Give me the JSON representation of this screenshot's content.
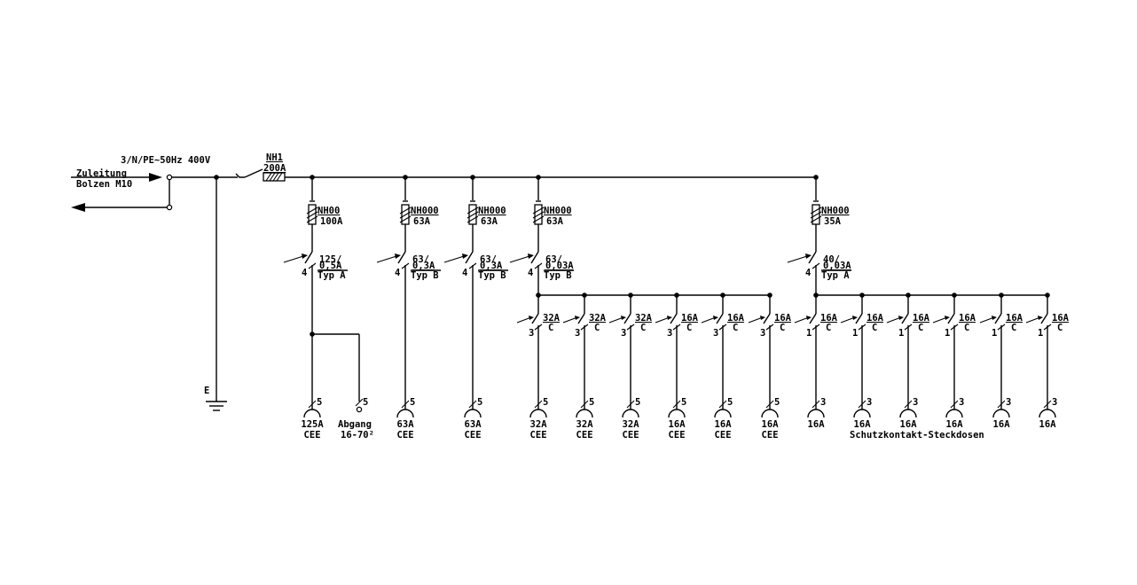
{
  "supply": {
    "title": "3/N/PE~50Hz 400V",
    "feed_label_1": "Zuleitung",
    "feed_label_2": "Bolzen M10",
    "earth_label": "E"
  },
  "main_fuse": {
    "type": "NH1",
    "rating": "200A"
  },
  "groups": [
    {
      "fuse_type": "NH00",
      "fuse_rating": "100A",
      "rcd_rating": "125/",
      "rcd_current": "0,5A",
      "rcd_type": "Typ A",
      "poles": "4"
    },
    {
      "fuse_type": "NH000",
      "fuse_rating": "63A",
      "rcd_rating": "63/",
      "rcd_current": "0,3A",
      "rcd_type": "Typ B",
      "poles": "4"
    },
    {
      "fuse_type": "NH000",
      "fuse_rating": "63A",
      "rcd_rating": "63/",
      "rcd_current": "0,3A",
      "rcd_type": "Typ B",
      "poles": "4"
    },
    {
      "fuse_type": "NH000",
      "fuse_rating": "63A",
      "rcd_rating": "63/",
      "rcd_current": "0,03A",
      "rcd_type": "Typ B",
      "poles": "4"
    },
    {
      "fuse_type": "NH000",
      "fuse_rating": "35A",
      "rcd_rating": "40/",
      "rcd_current": "0,03A",
      "rcd_type": "Typ A",
      "poles": "4"
    }
  ],
  "mcbs": [
    {
      "rating": "32A",
      "curve": "C",
      "poles": "3"
    },
    {
      "rating": "32A",
      "curve": "C",
      "poles": "3"
    },
    {
      "rating": "32A",
      "curve": "C",
      "poles": "3"
    },
    {
      "rating": "16A",
      "curve": "C",
      "poles": "3"
    },
    {
      "rating": "16A",
      "curve": "C",
      "poles": "3"
    },
    {
      "rating": "16A",
      "curve": "C",
      "poles": "3"
    },
    {
      "rating": "16A",
      "curve": "C",
      "poles": "1"
    },
    {
      "rating": "16A",
      "curve": "C",
      "poles": "1"
    },
    {
      "rating": "16A",
      "curve": "C",
      "poles": "1"
    },
    {
      "rating": "16A",
      "curve": "C",
      "poles": "1"
    },
    {
      "rating": "16A",
      "curve": "C",
      "poles": "1"
    },
    {
      "rating": "16A",
      "curve": "C",
      "poles": "1"
    }
  ],
  "outlets": [
    {
      "poles": "5",
      "line1": "125A",
      "line2": "CEE"
    },
    {
      "poles": "5",
      "line1": "Abgang",
      "line2": "16-70²"
    },
    {
      "poles": "5",
      "line1": "63A",
      "line2": "CEE"
    },
    {
      "poles": "5",
      "line1": "63A",
      "line2": "CEE"
    },
    {
      "poles": "5",
      "line1": "32A",
      "line2": "CEE"
    },
    {
      "poles": "5",
      "line1": "32A",
      "line2": "CEE"
    },
    {
      "poles": "5",
      "line1": "32A",
      "line2": "CEE"
    },
    {
      "poles": "5",
      "line1": "16A",
      "line2": "CEE"
    },
    {
      "poles": "5",
      "line1": "16A",
      "line2": "CEE"
    },
    {
      "poles": "5",
      "line1": "16A",
      "line2": "CEE"
    },
    {
      "poles": "3",
      "line1": "16A",
      "line2": ""
    },
    {
      "poles": "3",
      "line1": "16A",
      "line2": ""
    },
    {
      "poles": "3",
      "line1": "16A",
      "line2": ""
    },
    {
      "poles": "3",
      "line1": "16A",
      "line2": ""
    },
    {
      "poles": "3",
      "line1": "16A",
      "line2": ""
    },
    {
      "poles": "3",
      "line1": "16A",
      "line2": ""
    }
  ],
  "schuko_caption": "Schutzkontakt-Steckdosen"
}
